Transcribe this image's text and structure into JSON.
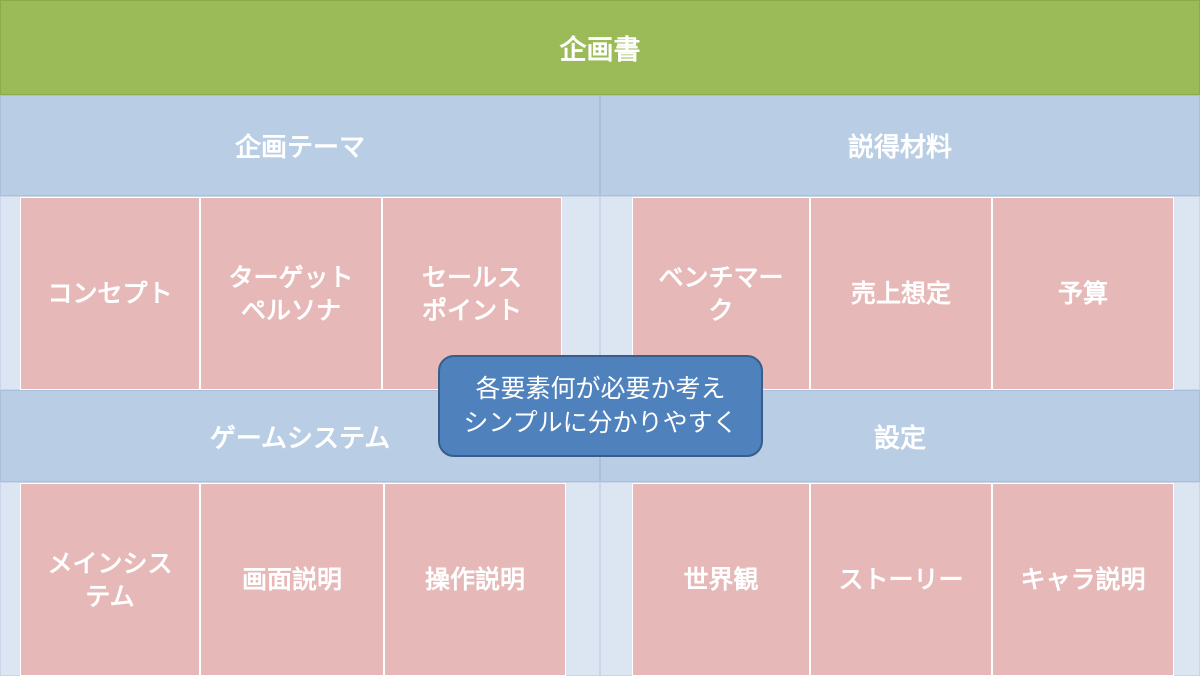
{
  "title": "企画書",
  "sections": {
    "theme": {
      "header": "企画テーマ",
      "cards": [
        "コンセプト",
        "ターゲット\nペルソナ",
        "セールス\nポイント"
      ]
    },
    "persuasion": {
      "header": "説得材料",
      "cards": [
        "ベンチマー\nク",
        "売上想定",
        "予算"
      ]
    },
    "game_system": {
      "header": "ゲームシステム",
      "cards": [
        "メインシス\nテム",
        "画面説明",
        "操作説明"
      ]
    },
    "settings": {
      "header": "設定",
      "cards": [
        "世界観",
        "ストーリー",
        "キャラ説明"
      ]
    }
  },
  "callout": {
    "text": "各要素何が必要か考え\nシンプルに分かりやすく"
  },
  "colors": {
    "title_bg": "#9bbb59",
    "header_bg": "#b9cde5",
    "lane_bg": "#dce6f2",
    "card_bg": "#e6b9b8",
    "callout_bg": "#4f81bd"
  }
}
